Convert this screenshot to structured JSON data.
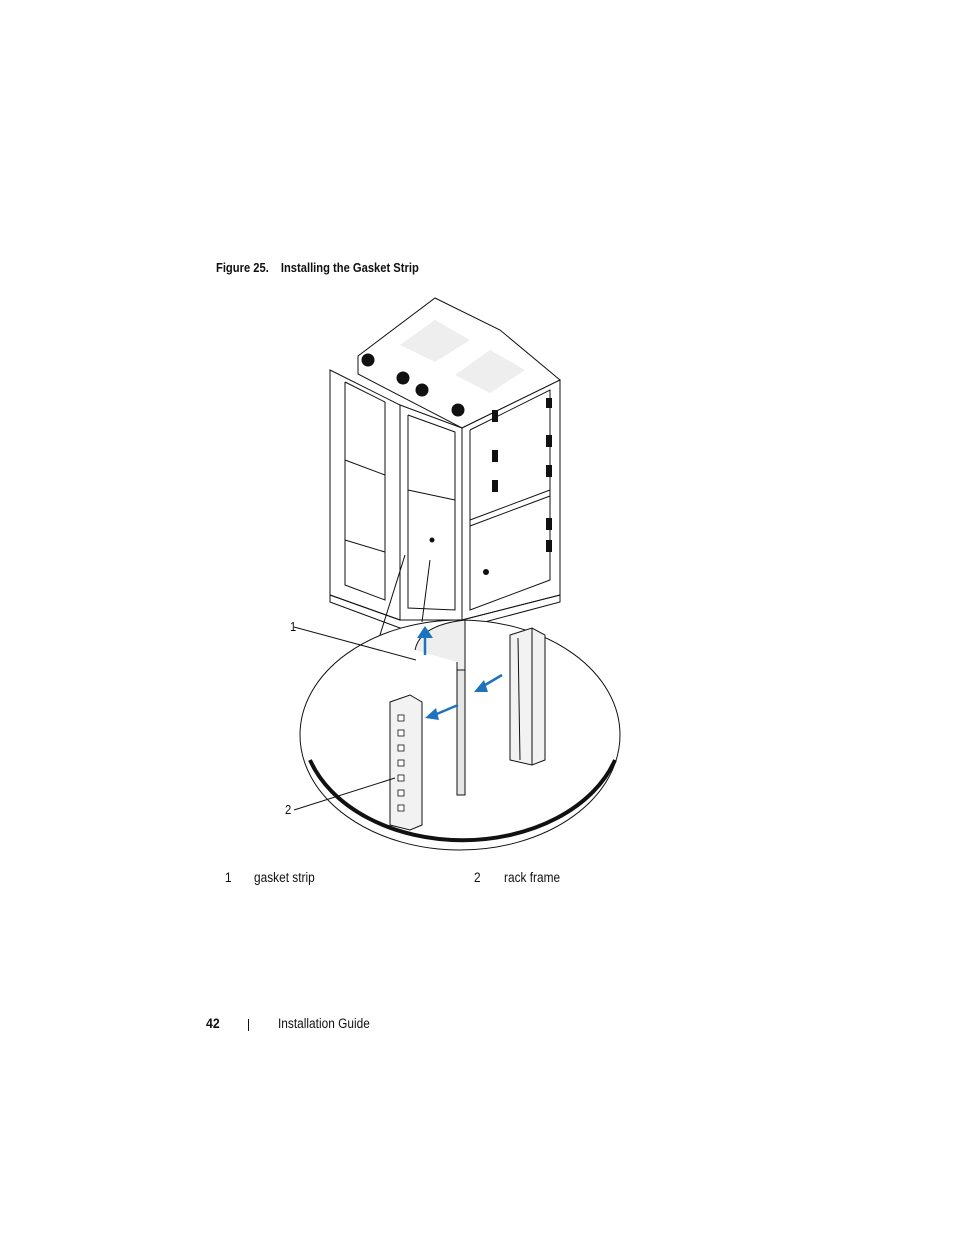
{
  "figure": {
    "number": "Figure 25.",
    "title": "Installing the Gasket Strip",
    "callouts": [
      "1",
      "2"
    ]
  },
  "legend": [
    {
      "num": "1",
      "label": "gasket strip"
    },
    {
      "num": "2",
      "label": "rack frame"
    }
  ],
  "footer": {
    "page_number": "42",
    "doc_title": "Installation Guide"
  },
  "colors": {
    "arrow": "#1e73be",
    "line": "#111111"
  }
}
